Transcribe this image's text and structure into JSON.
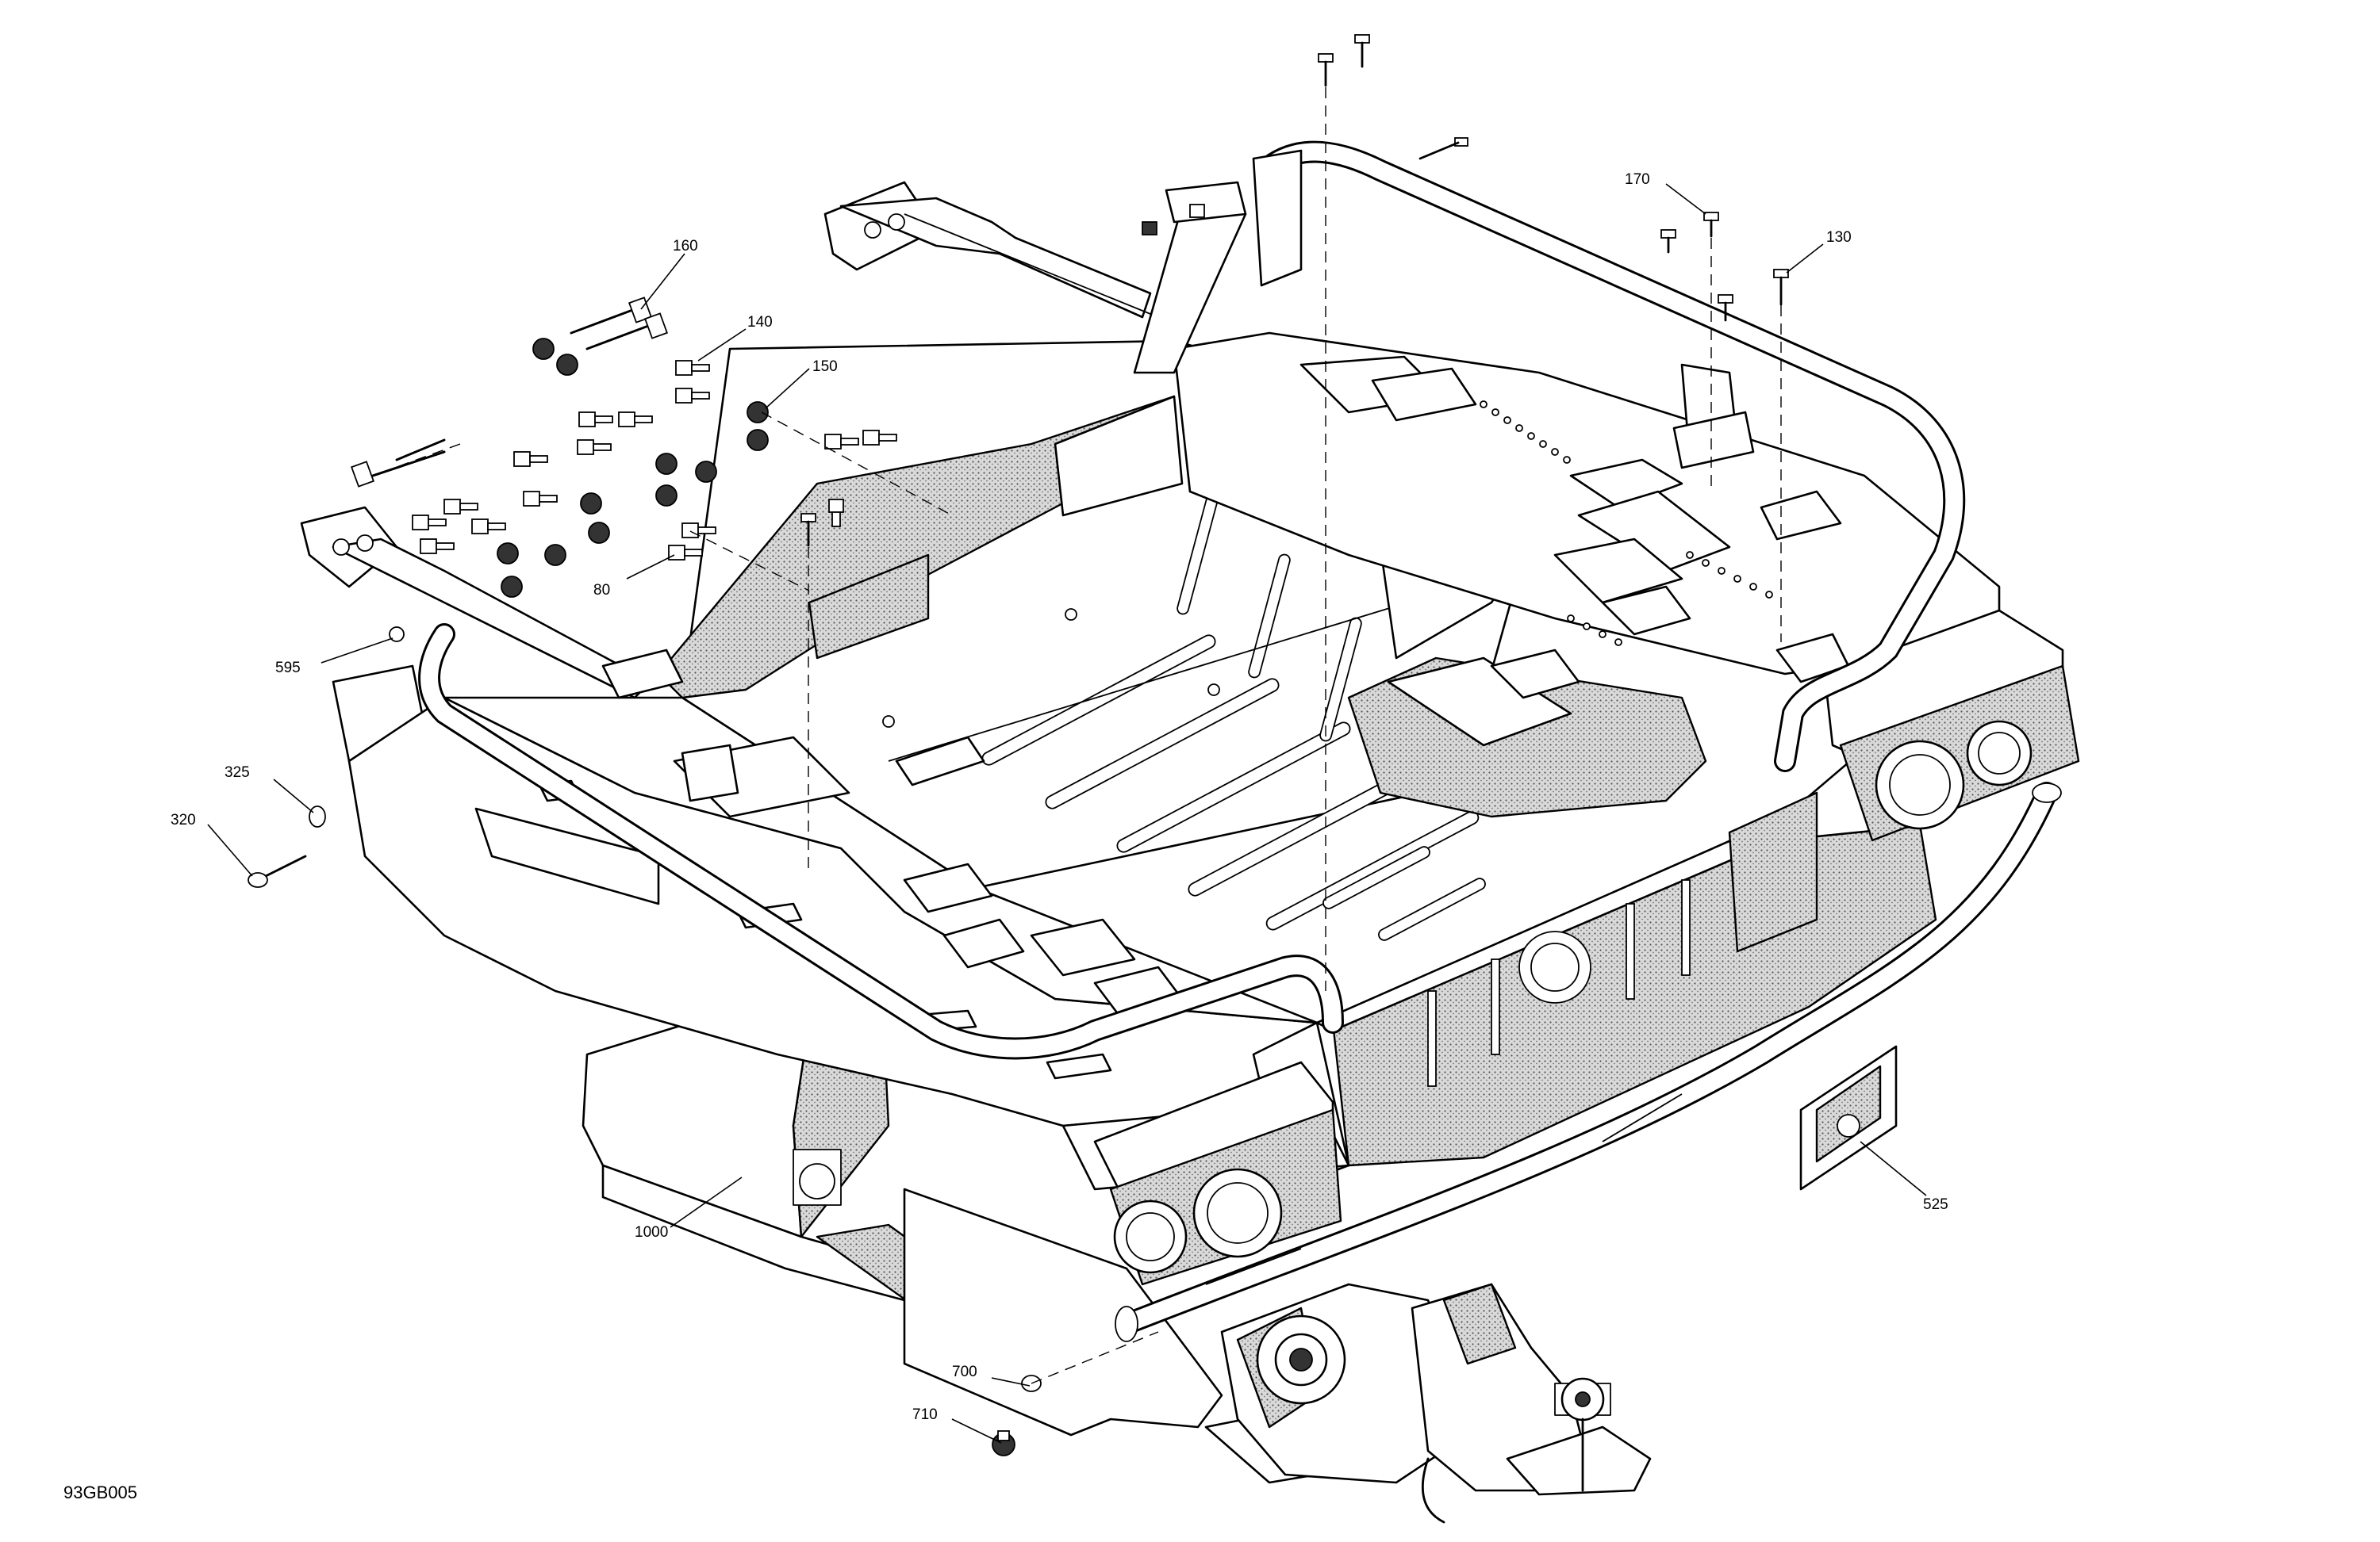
{
  "figure_id": "93GB005",
  "callouts": [
    {
      "id": "160",
      "label": "160"
    },
    {
      "id": "140",
      "label": "140"
    },
    {
      "id": "150",
      "label": "150"
    },
    {
      "id": "80",
      "label": "80"
    },
    {
      "id": "595",
      "label": "595"
    },
    {
      "id": "325",
      "label": "325"
    },
    {
      "id": "320",
      "label": "320"
    },
    {
      "id": "170",
      "label": "170"
    },
    {
      "id": "130",
      "label": "130"
    },
    {
      "id": "525",
      "label": "525"
    },
    {
      "id": "1000",
      "label": "1000"
    },
    {
      "id": "700",
      "label": "700"
    },
    {
      "id": "710",
      "label": "710"
    }
  ]
}
